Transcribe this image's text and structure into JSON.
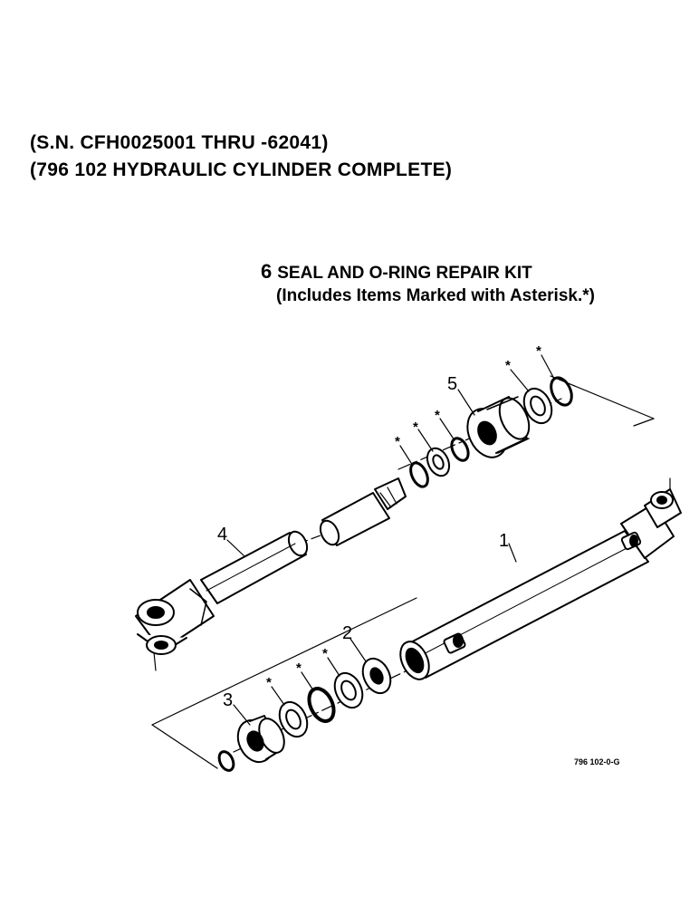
{
  "header": {
    "serial_line": "(S.N. CFH0025001 THRU -62041)",
    "assembly_line": "(796 102 HYDRAULIC CYLINDER COMPLETE)"
  },
  "kit": {
    "item_number": "6",
    "title": "SEAL AND O-RING REPAIR KIT",
    "note": "(Includes Items Marked with Asterisk.*)"
  },
  "callouts": {
    "item1": "1",
    "item2": "2",
    "item3": "3",
    "item4": "4",
    "item5": "5",
    "asterisk": "*"
  },
  "drawing_code": "796 102-0-G"
}
